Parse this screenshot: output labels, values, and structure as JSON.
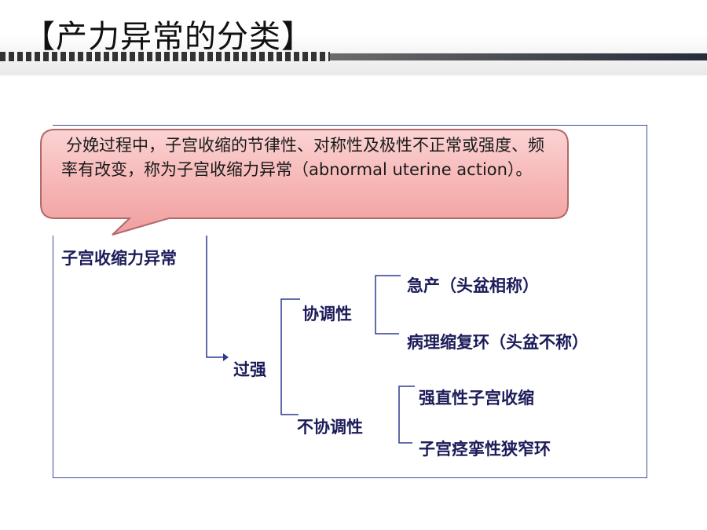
{
  "slide": {
    "title": "【产力异常的分类】"
  },
  "callout": {
    "text": "分娩过程中，子宫收缩的节律性、对称性及极性不正常或强度、频率有改变，称为子宫收缩力异常（abnormal uterine action）。"
  },
  "diagram": {
    "root": "子宫收缩力异常",
    "strong": "过强",
    "coordinated": "协调性",
    "uncoordinated": "不协调性",
    "leaves": {
      "precipitous": "急产（头盆相称）",
      "pathological_ring": "病理缩复环（头盆不称）",
      "tetanic": "强直性子宫收缩",
      "spasm_ring": "子宫痉挛性狭窄环"
    }
  },
  "colors": {
    "frame": "#3f4d9b",
    "node_text": "#1c1c5a",
    "callout_fill": "#f6b6b6",
    "callout_border": "#b06a6a"
  }
}
